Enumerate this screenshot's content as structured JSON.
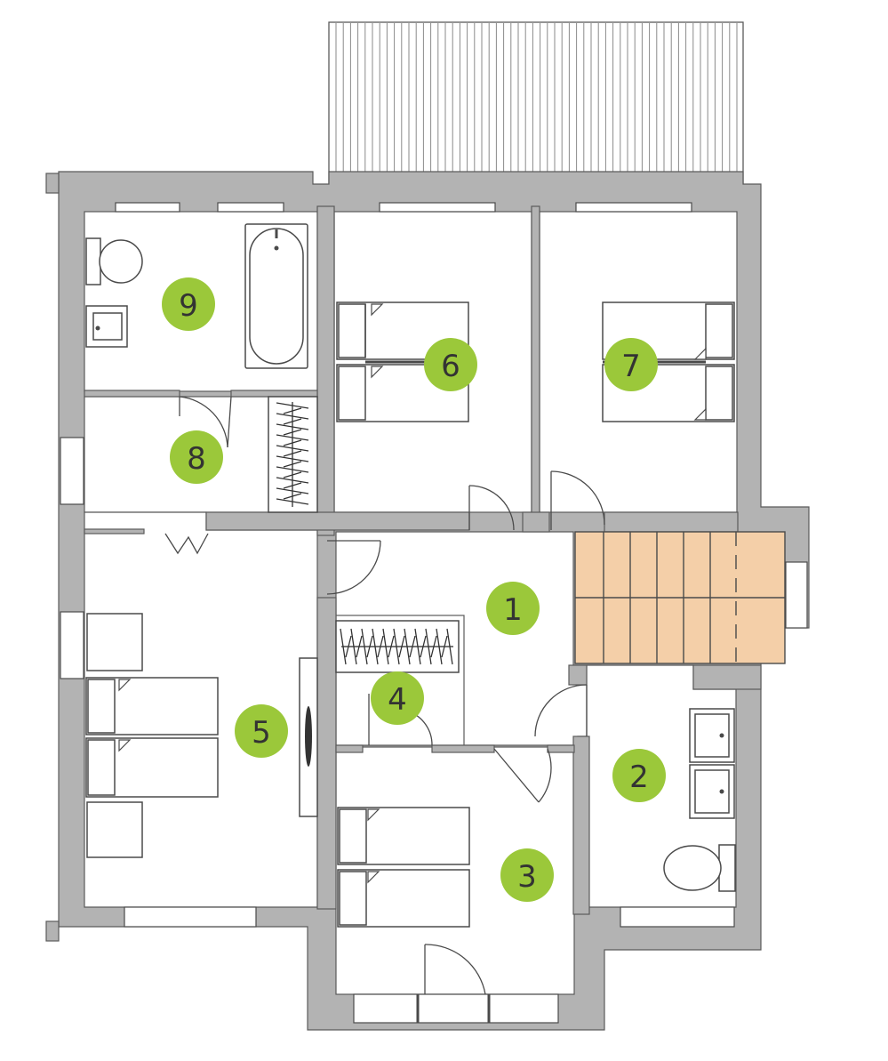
{
  "colors": {
    "wall": "#b3b3b3",
    "outline": "#4a4a4a",
    "marker": "#9bc83a",
    "stairs": "#f4cfa8",
    "marker_text": "#333333"
  },
  "rooms": [
    {
      "id": "landing",
      "label": "1"
    },
    {
      "id": "bathroom-2",
      "label": "2"
    },
    {
      "id": "bedroom-3",
      "label": "3"
    },
    {
      "id": "wardrobe-4",
      "label": "4"
    },
    {
      "id": "bedroom-5",
      "label": "5"
    },
    {
      "id": "bedroom-6",
      "label": "6"
    },
    {
      "id": "bedroom-7",
      "label": "7"
    },
    {
      "id": "closet-8",
      "label": "8"
    },
    {
      "id": "bathroom-9",
      "label": "9"
    }
  ],
  "icons": [
    "toilet-icon",
    "sink-icon",
    "bathtub-icon",
    "bed-icon",
    "wardrobe-icon",
    "door-icon",
    "window-icon",
    "stairs-icon",
    "radiator-icon"
  ]
}
